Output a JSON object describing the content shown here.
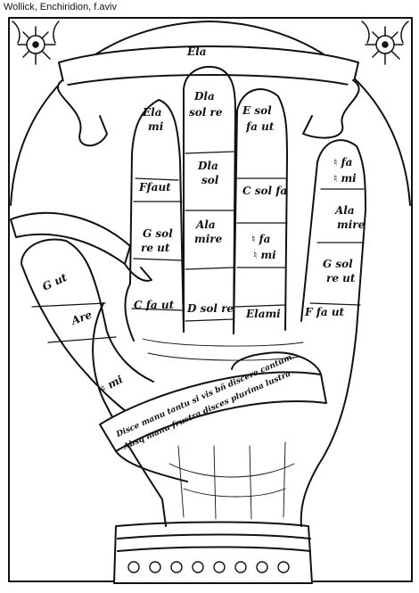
{
  "caption": "Wollick, Enchiridion, f.aviv",
  "banner_top": "Ela",
  "finger_index_left": {
    "l1": "Ela",
    "l2": "mi",
    "l3": "Ffaut",
    "l4": "G sol",
    "l5": "re ut",
    "l6": "C fa ut"
  },
  "finger_middle": {
    "l1": "Dla",
    "l2": "sol re",
    "l3": "Dla",
    "l4": "sol",
    "l5": "Ala",
    "l6": "mire",
    "l7": "D sol re"
  },
  "finger_ring": {
    "l1": "E sol",
    "l2": "fa ut",
    "l3": "C sol fa",
    "l4": "♮ fa",
    "l5": "♮ mi",
    "l6": "Elami"
  },
  "finger_pinky": {
    "l1": "♮ fa",
    "l2": "♮ mi",
    "l3": "Ala",
    "l4": "mire",
    "l5": "G sol",
    "l6": "re ut",
    "l7": "F fa ut"
  },
  "thumb": {
    "l1": "G ut",
    "l2": "Are",
    "l3": "♮ mi"
  },
  "scroll_palm": {
    "line1": "Disce manu tantu si vis bñ discere cantum.",
    "line2": "Absq manu frustra disces plurima lustra"
  },
  "colors": {
    "ink": "#111111",
    "paper": "#ffffff"
  }
}
